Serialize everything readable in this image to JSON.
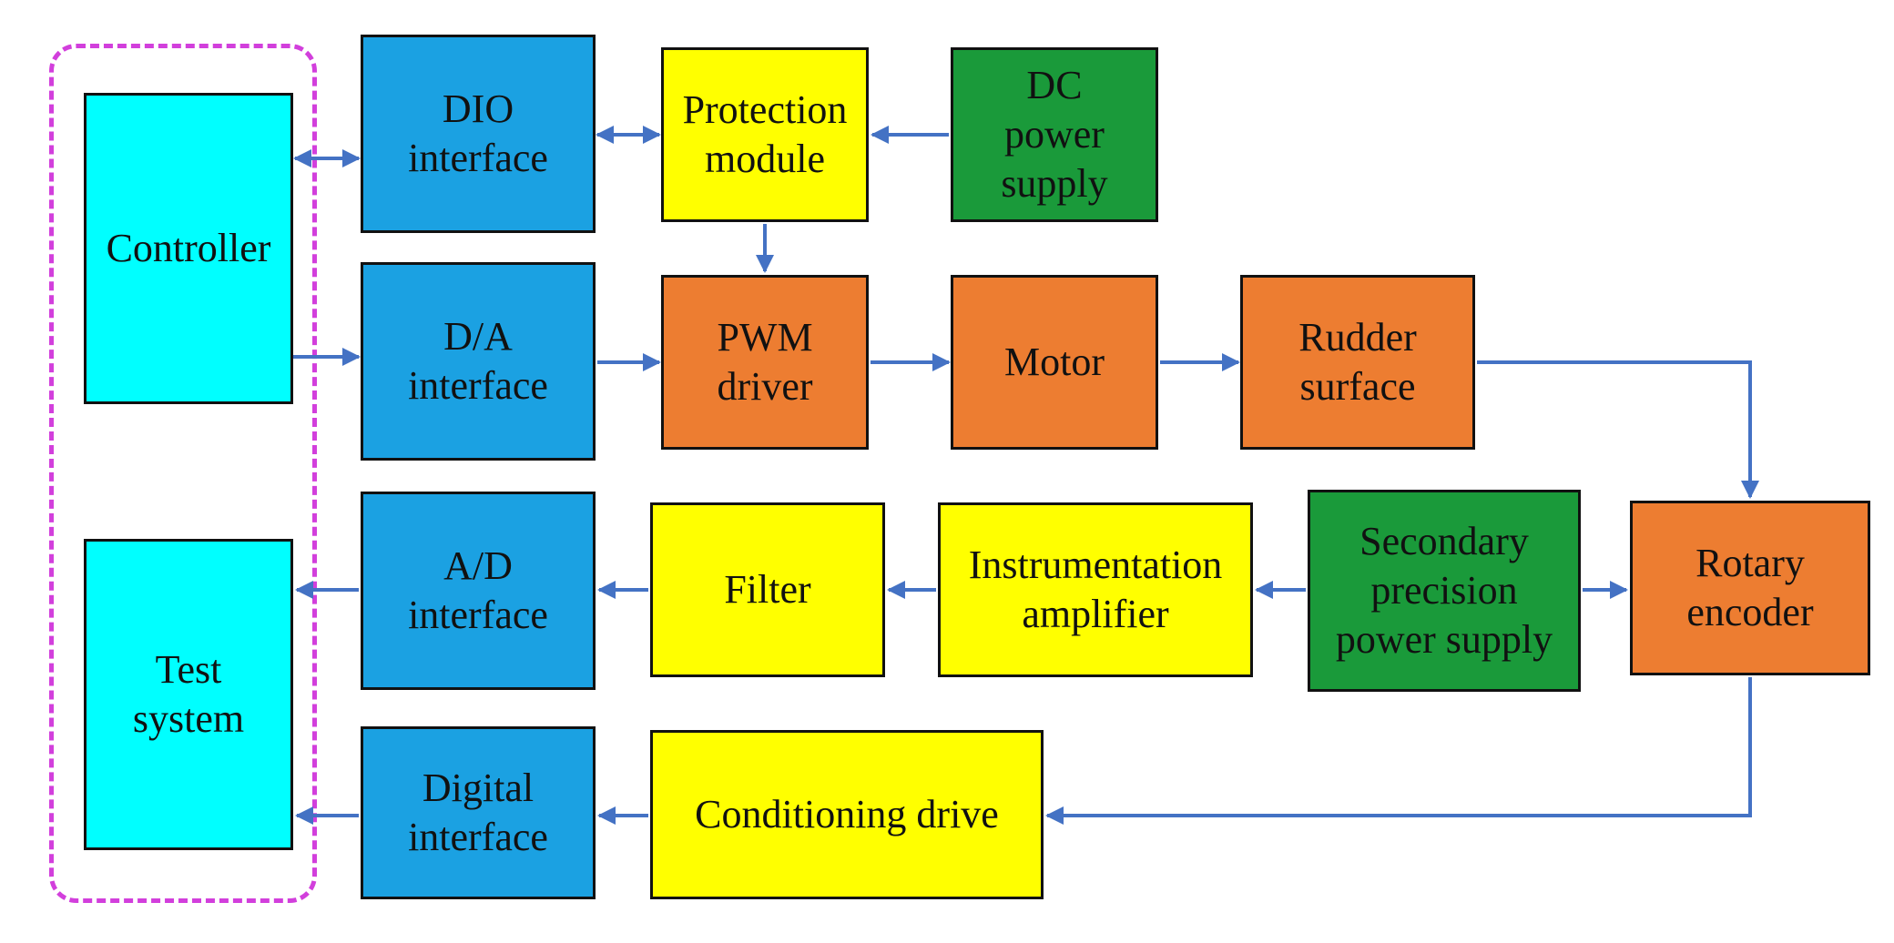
{
  "colors": {
    "cyan": "#00ffff",
    "blue": "#1ba1e2",
    "yellow": "#ffff00",
    "green": "#1a9a3a",
    "orange": "#ed7d31",
    "arrow": "#4472c4",
    "frame": "#d23fdc"
  },
  "blocks": {
    "controller": "Controller",
    "test_system": "Test\nsystem",
    "dio_interface": "DIO\ninterface",
    "da_interface": "D/A\ninterface",
    "ad_interface": "A/D\ninterface",
    "digital_interface": "Digital\ninterface",
    "protection_module": "Protection\nmodule",
    "dc_power_supply": "DC\npower\nsupply",
    "pwm_driver": "PWM\ndriver",
    "motor": "Motor",
    "rudder_surface": "Rudder\nsurface",
    "filter": "Filter",
    "instrumentation_amplifier": "Instrumentation\namplifier",
    "secondary_precision_power_supply": "Secondary\nprecision\npower supply",
    "rotary_encoder": "Rotary\nencoder",
    "conditioning_drive": "Conditioning drive"
  }
}
